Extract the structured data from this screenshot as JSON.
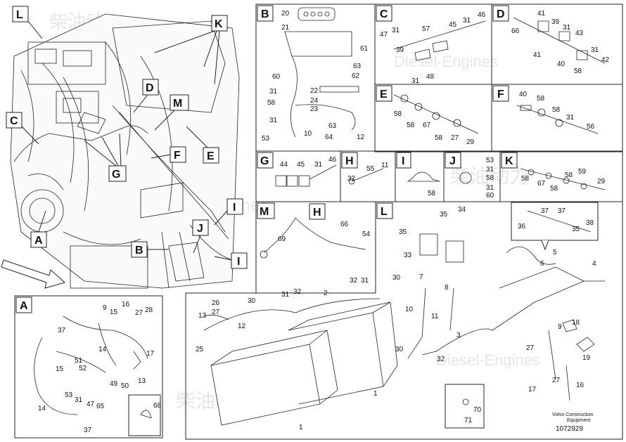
{
  "watermark": {
    "cn": "柴油动力",
    "en": "Diesel-Engines"
  },
  "footer": {
    "maker": "Volvo Construction",
    "sub": "Equipment",
    "number": "1072929"
  },
  "main_callouts": [
    "L",
    "K",
    "C",
    "D",
    "M",
    "E",
    "F",
    "G",
    "A",
    "B",
    "J",
    "I",
    "I"
  ],
  "boxes": {
    "B": {
      "letter": "B",
      "parts": [
        "20",
        "21",
        "61",
        "60",
        "31",
        "58",
        "31",
        "53",
        "22",
        "24",
        "23",
        "63",
        "62",
        "63",
        "64",
        "12",
        "10"
      ]
    },
    "C": {
      "letter": "C",
      "parts": [
        "47",
        "31",
        "39",
        "57",
        "45",
        "31",
        "46",
        "31",
        "48"
      ]
    },
    "D": {
      "letter": "D",
      "parts": [
        "66",
        "41",
        "39",
        "31",
        "43",
        "41",
        "40",
        "31",
        "42",
        "58"
      ]
    },
    "E": {
      "letter": "E",
      "parts": [
        "58",
        "58",
        "67",
        "58",
        "27",
        "29"
      ]
    },
    "F": {
      "letter": "F",
      "parts": [
        "40",
        "58",
        "58",
        "31",
        "56"
      ]
    },
    "G": {
      "letter": "G",
      "parts": [
        "44",
        "45",
        "31",
        "46"
      ]
    },
    "H": {
      "letter": "H",
      "parts": [
        "32",
        "55",
        "11"
      ]
    },
    "I": {
      "letter": "I",
      "parts": [
        "58"
      ]
    },
    "J": {
      "letter": "J",
      "parts": [
        "53",
        "31",
        "58",
        "31",
        "60"
      ]
    },
    "K": {
      "letter": "K",
      "parts": [
        "58",
        "67",
        "58",
        "58",
        "59",
        "29"
      ]
    },
    "M": {
      "letter": "M",
      "parts": [
        "H",
        "69",
        "66",
        "54"
      ]
    },
    "A": {
      "letter": "A",
      "parts": [
        "9",
        "15",
        "16",
        "27",
        "28",
        "37",
        "14",
        "51",
        "15",
        "52",
        "17",
        "49",
        "50",
        "13",
        "53",
        "31",
        "47",
        "65",
        "14",
        "37",
        "68"
      ]
    },
    "L": {
      "letter": "L",
      "parts": [
        "35",
        "34",
        "33",
        "35",
        "7",
        "8",
        "10",
        "11",
        "37",
        "37",
        "36",
        "38",
        "35",
        "5",
        "6",
        "4",
        "18",
        "27",
        "19",
        "30",
        "32",
        "17",
        "27",
        "16",
        "9",
        "3",
        "70",
        "71"
      ]
    },
    "battery": {
      "parts": [
        "26",
        "27",
        "30",
        "31",
        "32",
        "2",
        "32",
        "31",
        "30",
        "13",
        "12",
        "25",
        "1",
        "1"
      ]
    }
  }
}
